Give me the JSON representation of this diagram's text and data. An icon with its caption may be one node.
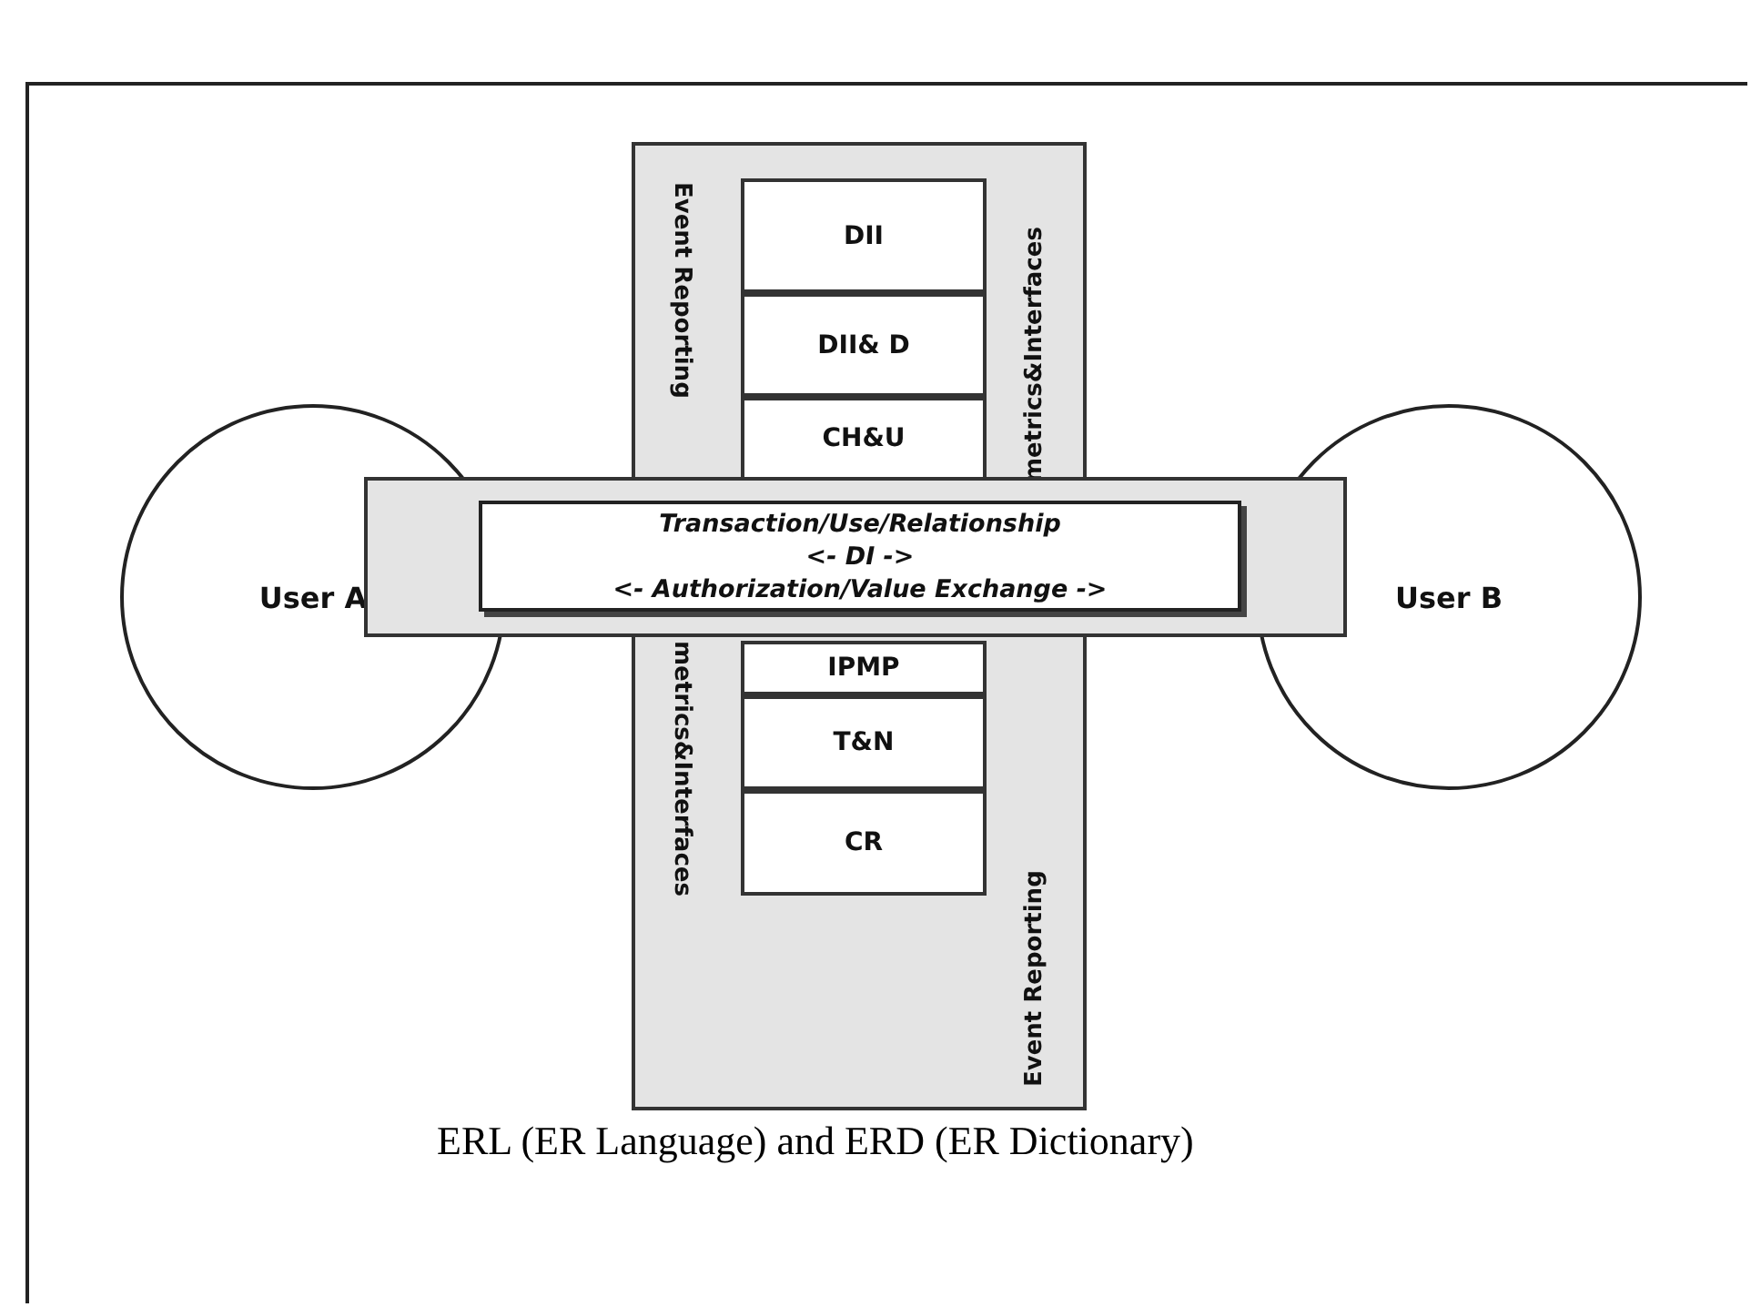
{
  "diagram": {
    "caption": "ERL (ER Language) and ERD (ER Dictionary)",
    "nodes": [
      {
        "text": [
          "User A"
        ]
      },
      {
        "text": [
          "Event Reporting",
          "metrics&Interfaces",
          "metrics&Interfaces",
          "Event Reporting"
        ]
      },
      {
        "text": [
          "DII"
        ],
        "in": 1
      },
      {
        "text": [
          "DII& D"
        ],
        "in": 1
      },
      {
        "text": [
          "CH&U"
        ],
        "in": 1
      },
      {
        "text": [],
        "shape": "bar"
      },
      {
        "text": [
          "Transaction/Use/Relationship",
          "<- DI ->",
          "<- Authorization/Value Exchange ->"
        ],
        "in": 5
      },
      {
        "text": [
          "IPMP"
        ],
        "in": 1
      },
      {
        "text": [
          "T&N"
        ],
        "in": 1
      },
      {
        "text": [
          "CR"
        ],
        "in": 1
      },
      {
        "text": [
          "User B"
        ]
      }
    ]
  }
}
